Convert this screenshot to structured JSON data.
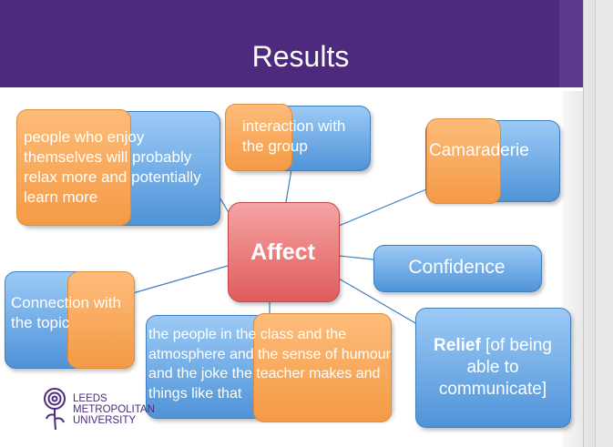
{
  "slide": {
    "title": "Results"
  },
  "nodes": {
    "center": {
      "label": "Affect"
    },
    "enjoy": {
      "label": "people who enjoy themselves will probably relax more and potentially learn more"
    },
    "interaction": {
      "label": "interaction with the group"
    },
    "camaraderie": {
      "label": "Camaraderie"
    },
    "confidence": {
      "label": "Confidence"
    },
    "relief": {
      "label_bold": "Relief",
      "label_rest": " [of being able to communicate]"
    },
    "connection": {
      "label": "Connection with the topic"
    },
    "people": {
      "label": "the people in the class and the atmosphere and the sense of humour and the joke the teacher makes and things like that"
    }
  },
  "logo": {
    "line1": "LEEDS",
    "line2": "METROPOLITAN",
    "line3": "UNIVERSITY"
  },
  "colors": {
    "title_band": "#4e2a7e",
    "node_blue": "#4f93d8",
    "node_orange": "#f49a45",
    "node_red": "#e05c5c"
  }
}
